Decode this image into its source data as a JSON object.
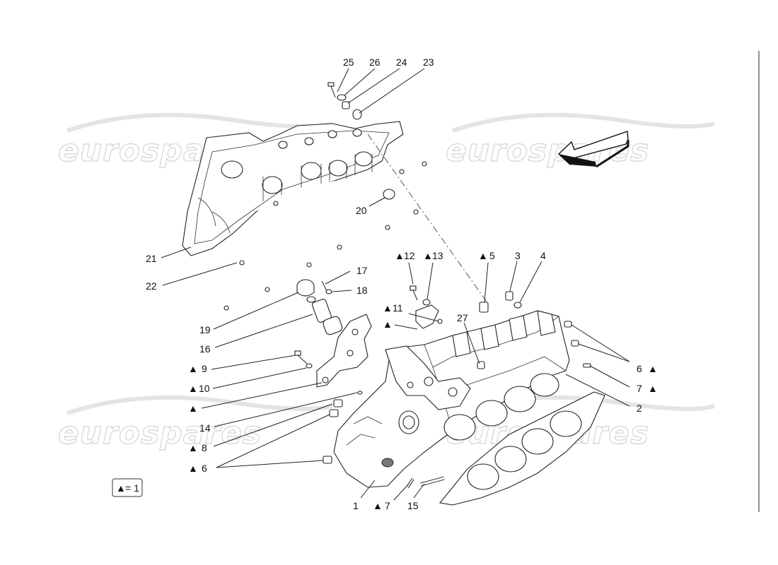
{
  "watermark": "eurospares",
  "legend": {
    "symbol": "▲",
    "text": "= 1"
  },
  "labels": {
    "l25": "25",
    "l26": "26",
    "l24": "24",
    "l23": "23",
    "l20": "20",
    "l21": "21",
    "l22": "22",
    "l17": "17",
    "l18": "18",
    "l19": "19",
    "l16": "16",
    "l12": "12",
    "l13": "13",
    "l5": "5",
    "l3": "3",
    "l4": "4",
    "l11": "11",
    "l27": "27",
    "l9": "9",
    "l10": "10",
    "l14": "14",
    "l8": "8",
    "l6b": "6",
    "l6r": "6",
    "l7r": "7",
    "l2": "2",
    "l1": "1",
    "l7b": "7",
    "l15": "15"
  },
  "marker": "▲"
}
